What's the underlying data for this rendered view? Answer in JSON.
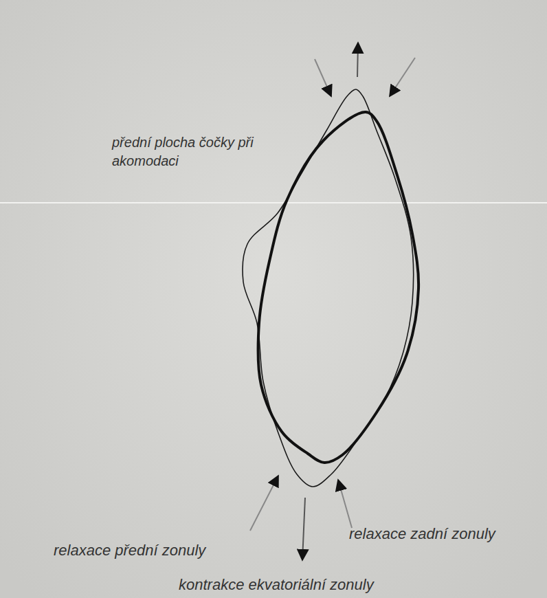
{
  "diagram": {
    "labels": [
      "přední plocha čočky při akomodaci",
      "relaxace přední zonuly",
      "relaxace zadní zonuly",
      "kontrakce ekvatoriální zonuly"
    ]
  }
}
